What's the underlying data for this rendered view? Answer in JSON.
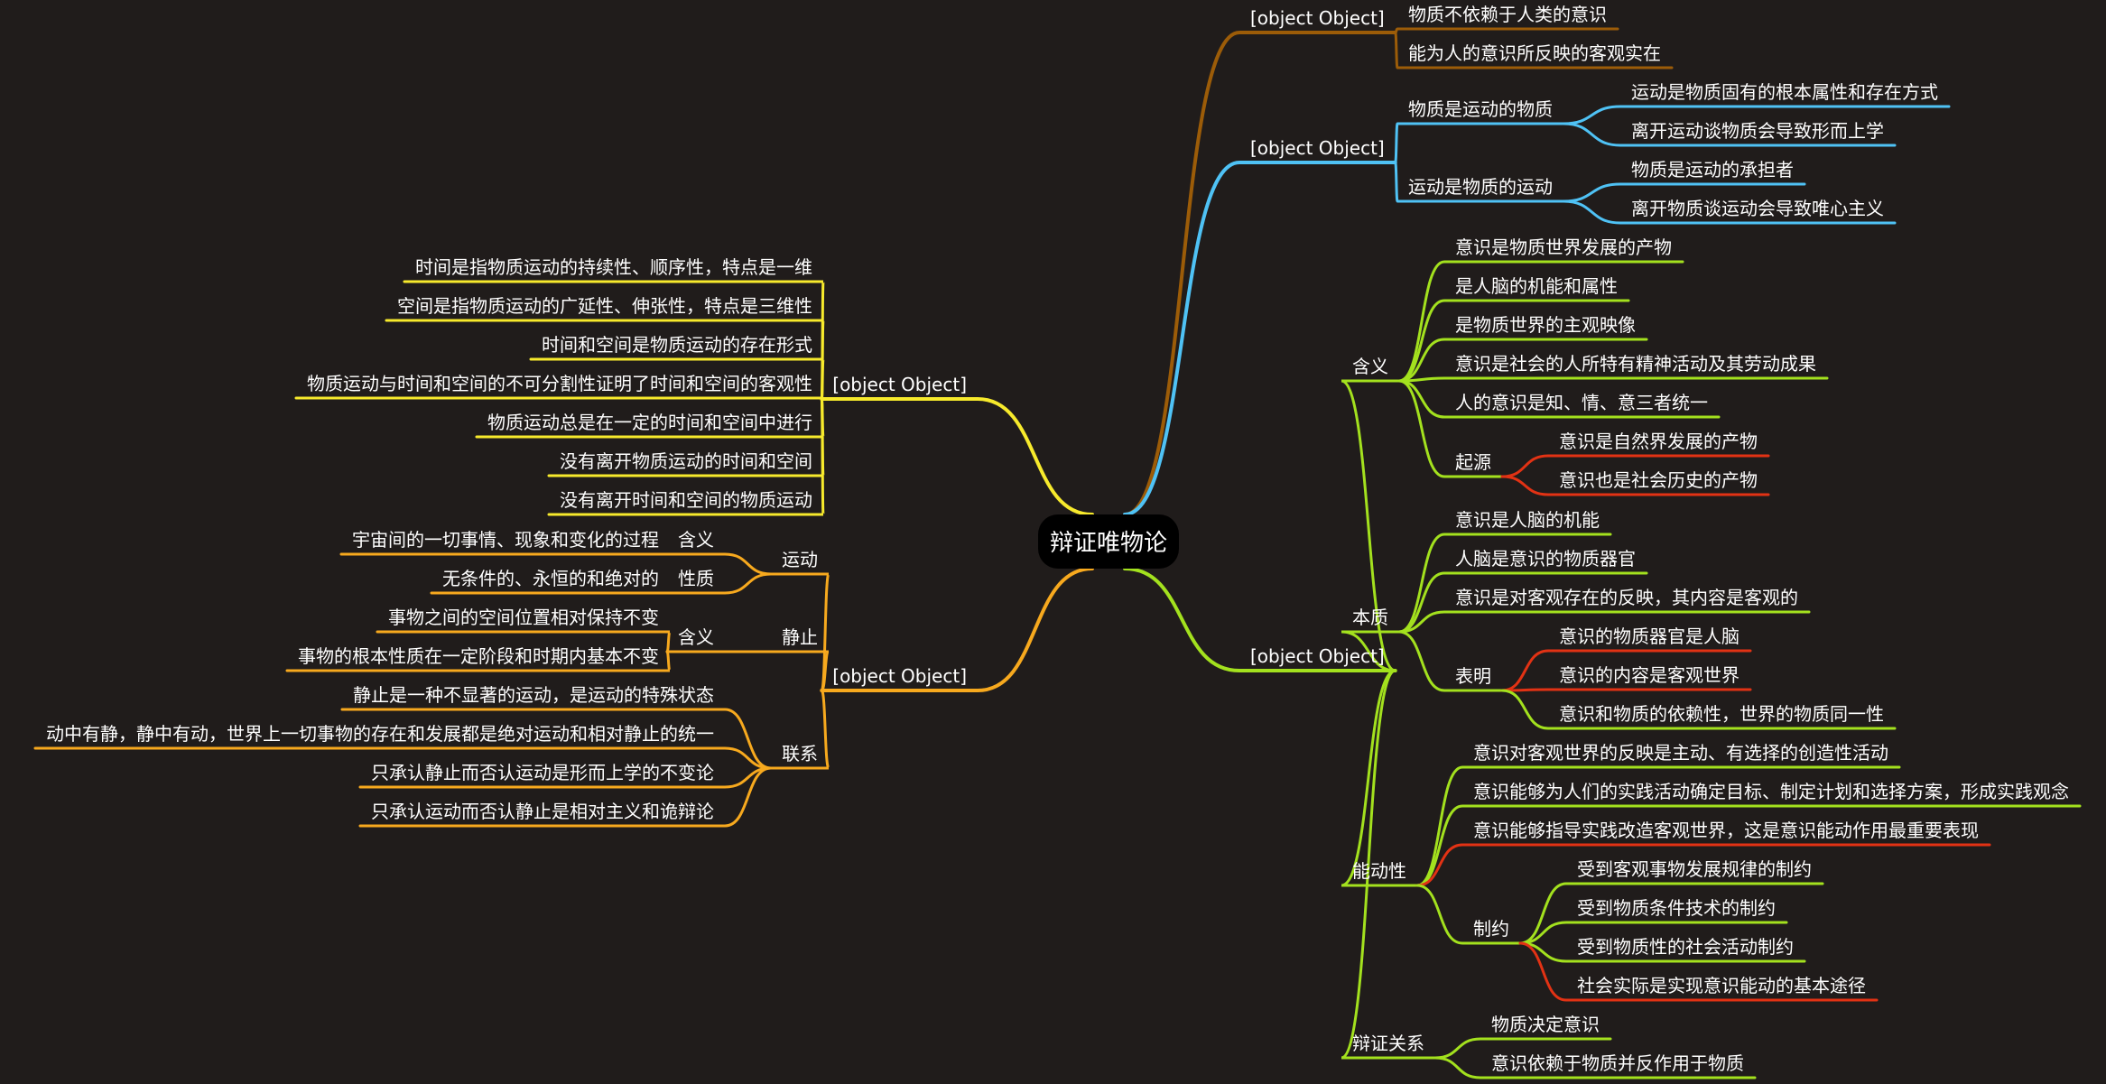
{
  "colors": {
    "background": "#201c1b",
    "brown": "#9c5c08",
    "blue": "#4fc2f5",
    "green": "#a3e11e",
    "red": "#e23214",
    "yellow": "#f7ea2c",
    "orange": "#f7a91e"
  },
  "root": "辩证唯物论",
  "b1": {
    "title": "物质的定义",
    "c1": "物质不依赖于人类的意识",
    "c2": "能为人的意识所反映的客观实在"
  },
  "b2": {
    "title": "物质和运动",
    "s1": {
      "title": "物质是运动的物质",
      "c1": "运动是物质固有的根本属性和存在方式",
      "c2": "离开运动谈物质会导致形而上学"
    },
    "s2": {
      "title": "运动是物质的运动",
      "c1": "物质是运动的承担者",
      "c2": "离开物质谈运动会导致唯心主义"
    }
  },
  "b3": {
    "title": "意识",
    "hanyi": {
      "title": "含义",
      "c1": "意识是物质世界发展的产物",
      "c2": "是人脑的机能和属性",
      "c3": "是物质世界的主观映像",
      "c4": "意识是社会的人所特有精神活动及其劳动成果",
      "c5": "人的意识是知、情、意三者统一",
      "qiyuan": {
        "title": "起源",
        "c1": "意识是自然界发展的产物",
        "c2": "意识也是社会历史的产物"
      }
    },
    "benzhi": {
      "title": "本质",
      "c1": "意识是人脑的机能",
      "c2": "人脑是意识的物质器官",
      "c3": "意识是对客观存在的反映，其内容是客观的",
      "biaoming": {
        "title": "表明",
        "c1": "意识的物质器官是人脑",
        "c2": "意识的内容是客观世界",
        "c3": "意识和物质的依赖性，世界的物质同一性"
      }
    },
    "nengdong": {
      "title": "能动性",
      "c1": "意识对客观世界的反映是主动、有选择的创造性活动",
      "c2": "意识能够为人们的实践活动确定目标、制定计划和选择方案，形成实践观念",
      "c3": "意识能够指导实践改造客观世界，这是意识能动作用最重要表现",
      "zhiyue": {
        "title": "制约",
        "c1": "受到客观事物发展规律的制约",
        "c2": "受到物质条件技术的制约",
        "c3": "受到物质性的社会活动制约",
        "c4": "社会实际是实现意识能动的基本途径"
      }
    },
    "bianzheng": {
      "title": "辩证关系",
      "c1": "物质决定意识",
      "c2": "意识依赖于物质并反作用于物质"
    }
  },
  "b4": {
    "title": "时间和空间",
    "c1": "时间是指物质运动的持续性、顺序性，特点是一维",
    "c2": "空间是指物质运动的广延性、伸张性，特点是三维性",
    "c3": "时间和空间是物质运动的存在形式",
    "c4": "物质运动与时间和空间的不可分割性证明了时间和空间的客观性",
    "c5": "物质运动总是在一定的时间和空间中进行",
    "c6": "没有离开物质运动的时间和空间",
    "c7": "没有离开时间和空间的物质运动"
  },
  "b5": {
    "title": "运动和静止",
    "yundong": {
      "title": "运动",
      "hanyi": {
        "title": "含义",
        "c1": "宇宙间的一切事情、现象和变化的过程"
      },
      "xingzhi": {
        "title": "性质",
        "c1": "无条件的、永恒的和绝对的"
      }
    },
    "jingzhi": {
      "title": "静止",
      "hanyi": {
        "title": "含义",
        "c1": "事物之间的空间位置相对保持不变",
        "c2": "事物的根本性质在一定阶段和时期内基本不变"
      }
    },
    "lianxi": {
      "title": "联系",
      "c1": "静止是一种不显著的运动，是运动的特殊状态",
      "c2": "动中有静，静中有动，世界上一切事物的存在和发展都是绝对运动和相对静止的统一",
      "c3": "只承认静止而否认运动是形而上学的不变论",
      "c4": "只承认运动而否认静止是相对主义和诡辩论"
    }
  }
}
